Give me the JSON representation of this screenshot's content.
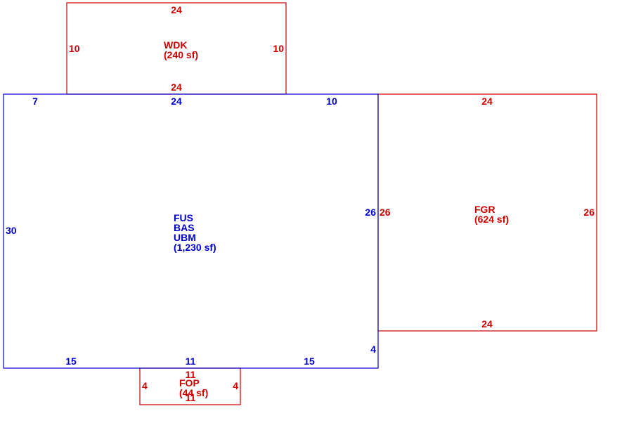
{
  "colors": {
    "main": "#0000cc",
    "addition": "#cc0000"
  },
  "areas": {
    "wdk": {
      "code": "WDK",
      "area": "(240 sf)",
      "dims": {
        "top": "24",
        "left": "10",
        "right": "10",
        "bottom": "24"
      }
    },
    "main": {
      "codes": [
        "FUS",
        "BAS",
        "UBM"
      ],
      "area": "(1,230 sf)",
      "dims": {
        "top_left": "7",
        "top_mid": "24",
        "top_right": "10",
        "left": "30",
        "right": "26",
        "right_lower": "4",
        "bottom_left": "15",
        "bottom_mid": "11",
        "bottom_right": "15"
      }
    },
    "fgr": {
      "code": "FGR",
      "area": "(624 sf)",
      "dims": {
        "top": "24",
        "left": "26",
        "right": "26",
        "bottom": "24"
      }
    },
    "fop": {
      "code": "FOP",
      "area": "(44 sf)",
      "dims": {
        "top": "11",
        "left": "4",
        "right": "4",
        "bottom": "11"
      }
    }
  }
}
